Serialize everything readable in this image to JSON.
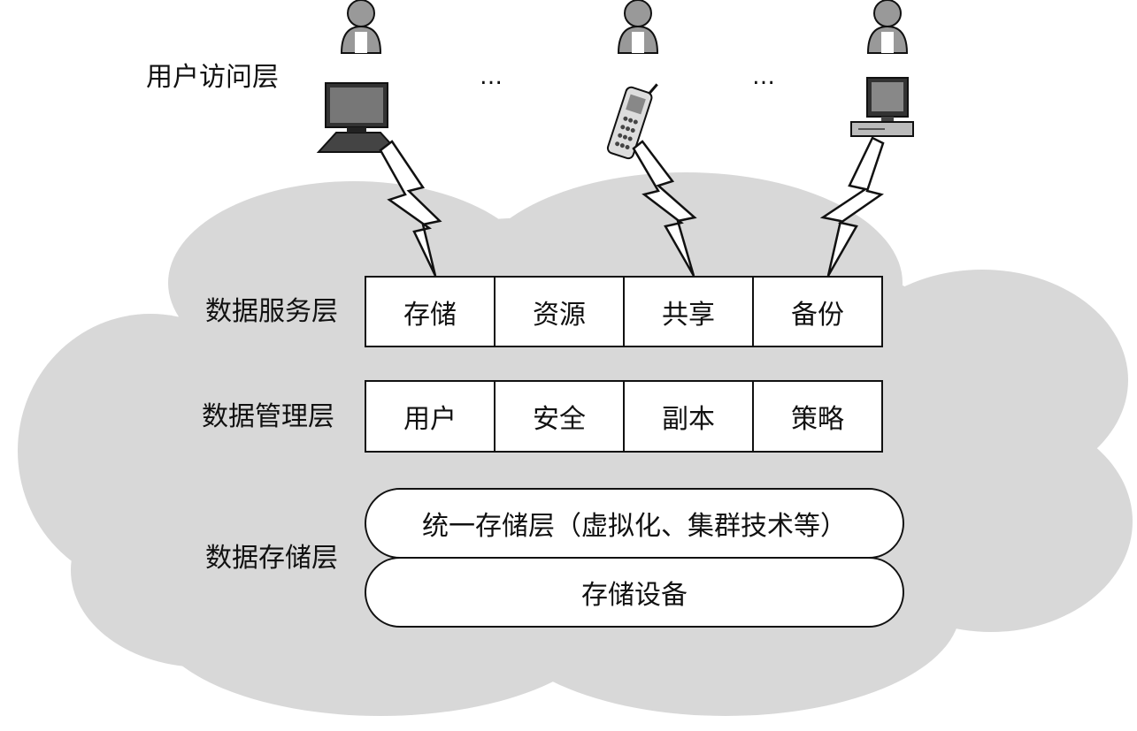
{
  "labels": {
    "access": "用户访问层",
    "service": "数据服务层",
    "manage": "数据管理层",
    "storage": "数据存储层"
  },
  "ellipsis": [
    "…",
    "…"
  ],
  "service_cells": [
    "存储",
    "资源",
    "共享",
    "备份"
  ],
  "manage_cells": [
    "用户",
    "安全",
    "副本",
    "策略"
  ],
  "storage_pills": [
    "统一存储层（虚拟化、集群技术等）",
    "存储设备"
  ],
  "colors": {
    "cloud": "#d8d8d8",
    "line": "#111111",
    "user": "#999999"
  },
  "icons": [
    "user-icon",
    "laptop-icon",
    "mobile-phone-icon",
    "desktop-computer-icon",
    "lightning-link-icon",
    "cloud-icon"
  ]
}
